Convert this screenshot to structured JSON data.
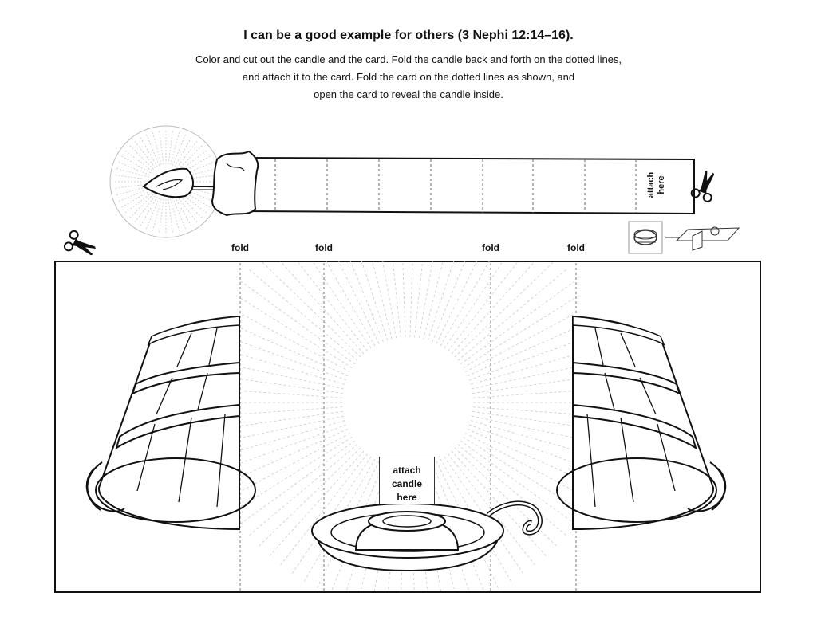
{
  "title": "I can be a good example for others (3 Nephi 12:14–16).",
  "instructions": [
    "Color and cut out the candle and the card. Fold the candle back and forth on the dotted lines,",
    "and attach it to the card. Fold the card on the dotted lines as shown, and",
    "open the card to reveal the candle inside."
  ],
  "fold_labels": [
    "fold",
    "fold",
    "fold",
    "fold"
  ],
  "candle_strip": {
    "attach_lines": [
      "attach",
      "here"
    ]
  },
  "card": {
    "attach_lines": [
      "attach",
      "candle",
      "here"
    ]
  },
  "icons": [
    "scissors-icon",
    "scissors-icon",
    "folded-card-diagram-icon"
  ]
}
